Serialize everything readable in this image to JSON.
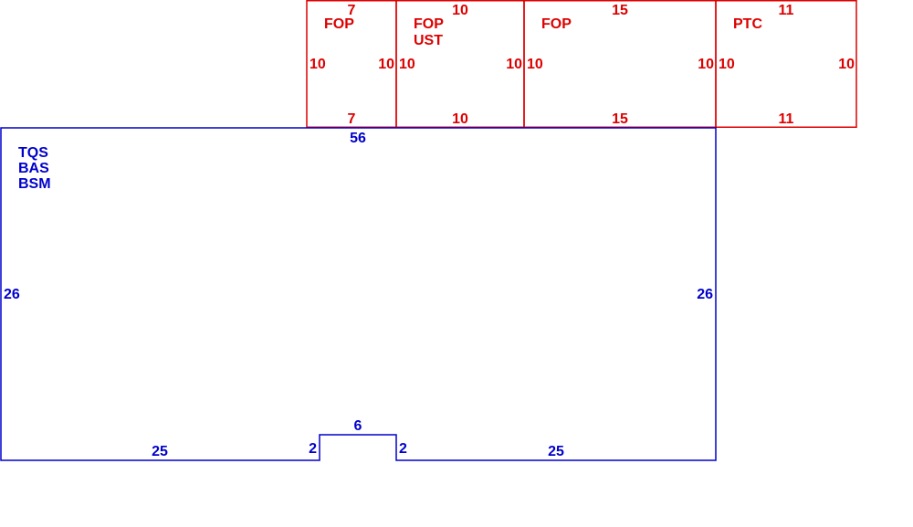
{
  "colors": {
    "main_structure": "#0000cc",
    "additions": "#dd0000",
    "background": "#ffffff"
  },
  "main_area": {
    "codes": [
      "TQS",
      "BAS",
      "BSM"
    ],
    "dims": {
      "top": "56",
      "left": "26",
      "right": "26",
      "bottom_left": "25",
      "bottom_right": "25",
      "notch_left": "2",
      "notch_top": "6",
      "notch_right": "2"
    }
  },
  "sections": [
    {
      "codes": [
        "FOP"
      ],
      "dims": {
        "top": "7",
        "left": "10",
        "right": "10",
        "bottom": "7"
      }
    },
    {
      "codes": [
        "FOP",
        "UST"
      ],
      "dims": {
        "top": "10",
        "left": "10",
        "right": "10",
        "bottom": "10"
      }
    },
    {
      "codes": [
        "FOP"
      ],
      "dims": {
        "top": "15",
        "left": "10",
        "right": "10",
        "bottom": "15"
      }
    },
    {
      "codes": [
        "PTC"
      ],
      "dims": {
        "top": "11",
        "left": "10",
        "right": "10",
        "bottom": "11"
      }
    }
  ]
}
